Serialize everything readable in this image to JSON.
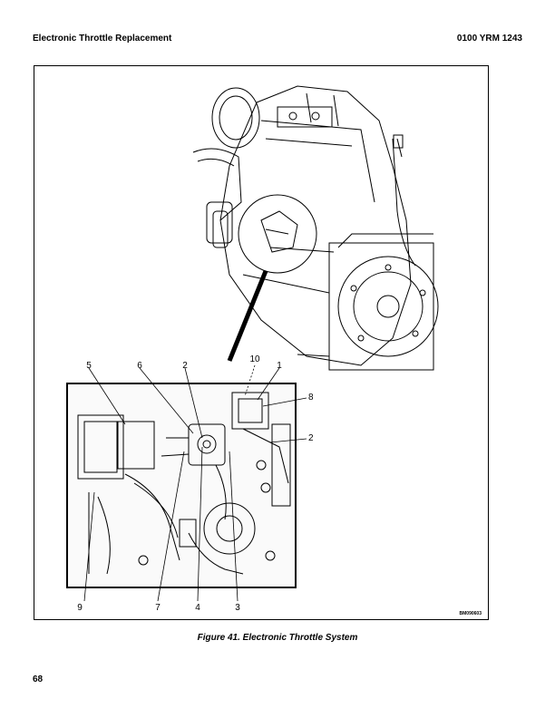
{
  "header": {
    "section_title": "Electronic Throttle Replacement",
    "doc_number": "0100 YRM 1243"
  },
  "figure": {
    "caption": "Figure 41. Electronic Throttle System",
    "drawing_id": "BM090603",
    "callouts": [
      "1",
      "2",
      "2",
      "3",
      "4",
      "5",
      "6",
      "7",
      "8",
      "9",
      "10"
    ]
  },
  "footer": {
    "page_number": "68"
  }
}
